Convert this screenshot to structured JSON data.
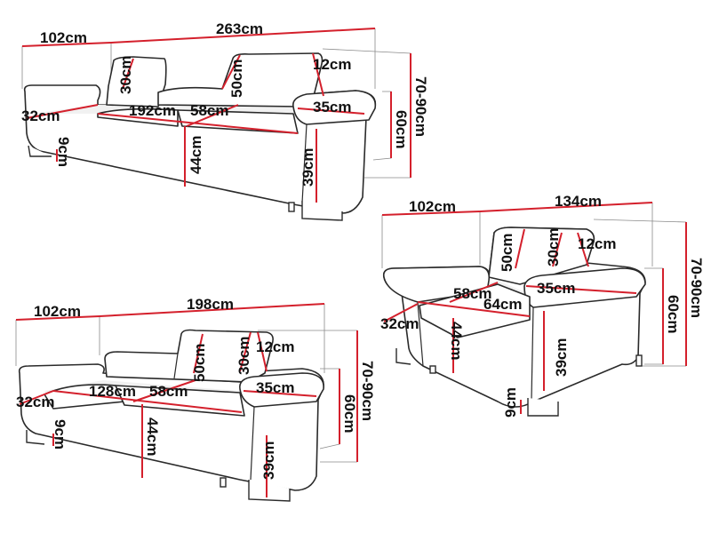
{
  "colors": {
    "dimension_line": "#d4202c",
    "outline": "#2a2a2a",
    "guide": "#8a8a8a",
    "label": "#111111"
  },
  "sofa3": {
    "arm_depth": "102cm",
    "total_width": "263cm",
    "headrest_height": "30cm",
    "back_height": "50cm",
    "headrest_depth": "12cm",
    "height_range": "70-90cm",
    "seat_width": "192cm",
    "seat_depth": "58cm",
    "arm_width": "35cm",
    "arm_height": "60cm",
    "arm_thickness": "32cm",
    "seat_height": "44cm",
    "leg_height": "9cm",
    "base_height": "39cm"
  },
  "armchair": {
    "arm_depth": "102cm",
    "total_width": "134cm",
    "back_height": "50cm",
    "headrest_height": "30cm",
    "headrest_depth": "12cm",
    "height_range": "70-90cm",
    "seat_depth": "58cm",
    "arm_width": "35cm",
    "seat_width": "64cm",
    "arm_height": "60cm",
    "arm_thickness": "32cm",
    "seat_height": "44cm",
    "base_height": "39cm",
    "leg_height": "9cm"
  },
  "sofa2": {
    "arm_depth": "102cm",
    "total_width": "198cm",
    "back_height": "50cm",
    "headrest_height": "30cm",
    "headrest_depth": "12cm",
    "height_range": "70-90cm",
    "seat_width": "128cm",
    "seat_depth": "58cm",
    "arm_width": "35cm",
    "arm_height": "60cm",
    "arm_thickness": "32cm",
    "seat_height": "44cm",
    "leg_height": "9cm",
    "base_height": "39cm"
  }
}
